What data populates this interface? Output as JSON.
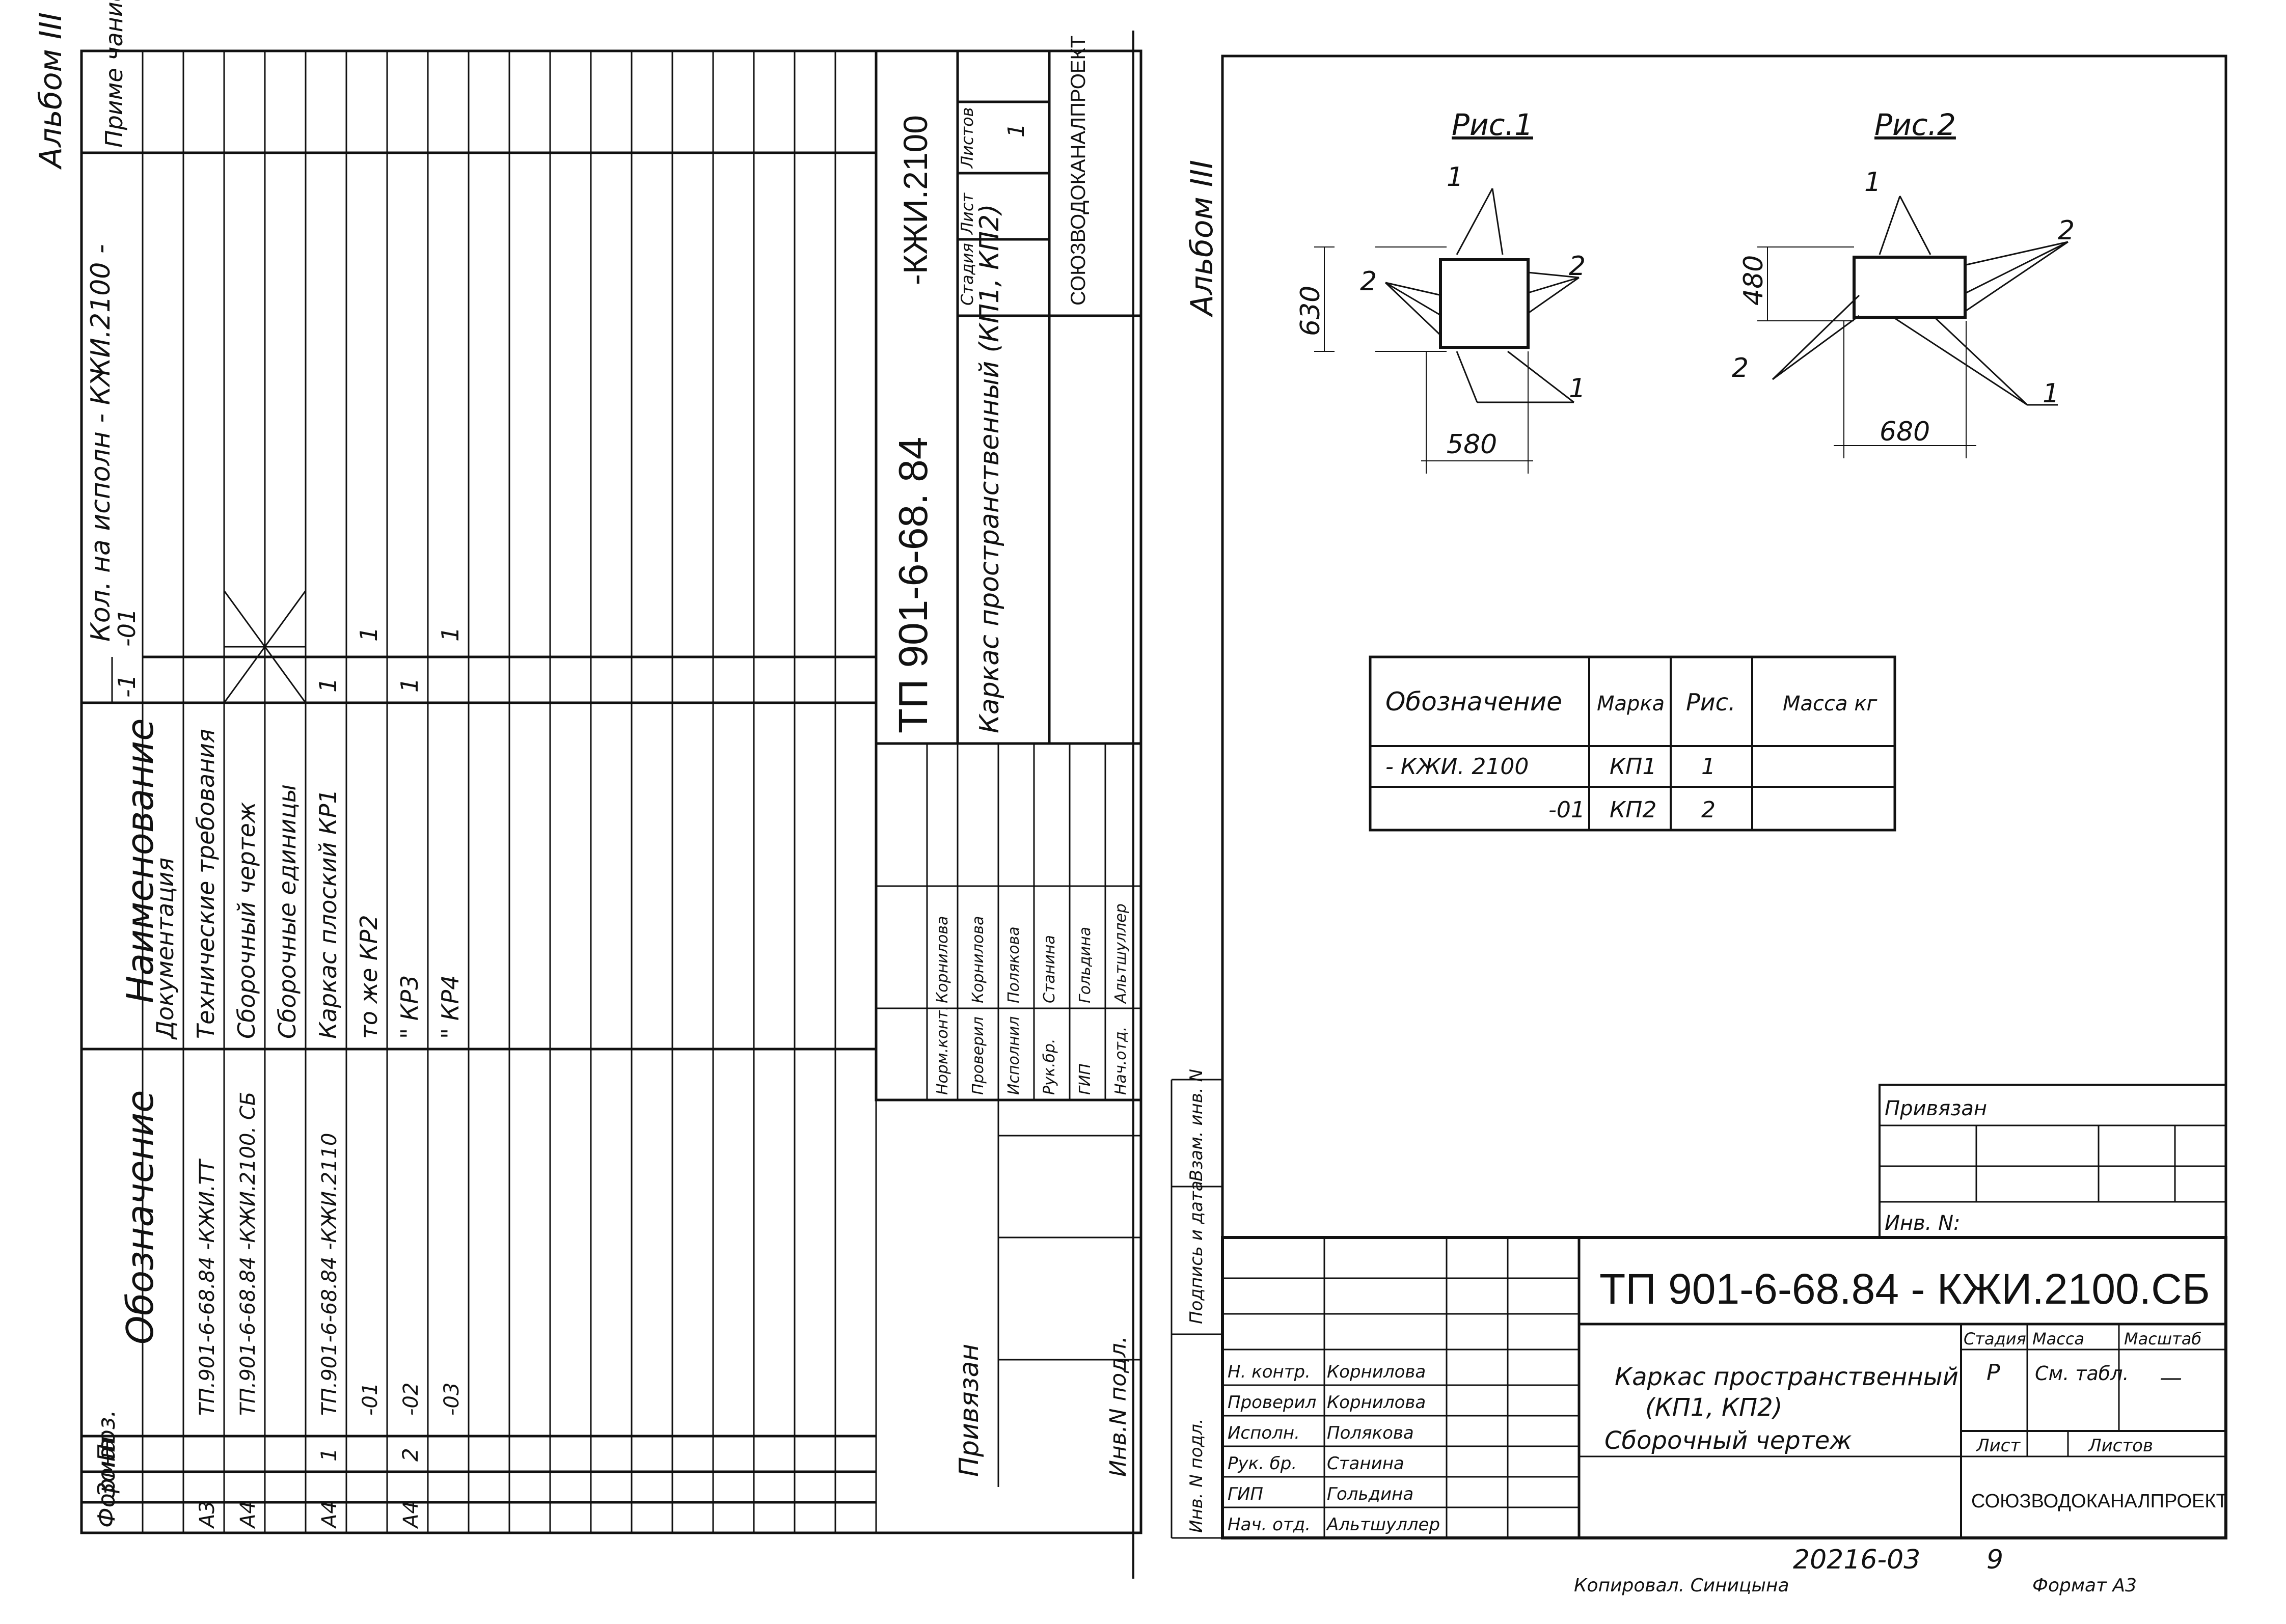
{
  "album": "Альбом III",
  "spec": {
    "col_headers": {
      "format": "Формат",
      "zone": "Зона",
      "pos": "Поз.",
      "designation": "Обозначение",
      "name": "Наименование",
      "qty_prefix": "Кол. на",
      "qty_title": "Кол. на исполн - КЖИ.2100 -",
      "qty_cols": [
        "-1",
        "-01"
      ],
      "note": "Приме чание"
    },
    "rows": [
      {
        "format": "",
        "pos": "",
        "designation": "",
        "name": "Документация",
        "q1": "",
        "q2": ""
      },
      {
        "format": "А3",
        "pos": "",
        "designation": "ТП.901-6-68.84 -КЖИ.ТТ",
        "name": "Технические требования",
        "q1": "",
        "q2": ""
      },
      {
        "format": "А4",
        "pos": "",
        "designation": "ТП.901-6-68.84 -КЖИ.2100. СБ",
        "name": "Сборочный чертеж",
        "q1": "",
        "q2": ""
      },
      {
        "format": "",
        "pos": "",
        "designation": "",
        "name": "Сборочные единицы",
        "q1": "",
        "q2": ""
      },
      {
        "format": "А4",
        "pos": "1",
        "designation": "ТП.901-6-68.84 -КЖИ.2110",
        "name": "Каркас плоский   КР1",
        "q1": "1",
        "q2": ""
      },
      {
        "format": "",
        "pos": "",
        "designation": "-01",
        "name": "то же   КР2",
        "q1": "",
        "q2": "1"
      },
      {
        "format": "А4",
        "pos": "2",
        "designation": "-02",
        "name": "\"   КР3",
        "q1": "1",
        "q2": ""
      },
      {
        "format": "",
        "pos": "",
        "designation": "-03",
        "name": "\"   КР4",
        "q1": "",
        "q2": "1"
      }
    ],
    "stamp": {
      "code": "ТП 901-6-68. 84",
      "code_suffix": "-КЖИ.2100",
      "title": "Каркас пространственный (КП1, КП2)",
      "stage_label": "Стадия",
      "sheet_label": "Лист",
      "sheets_label": "Листов",
      "sheets_value": "1",
      "org": "СОЮЗВОДОКАНАЛПРОЕКТ",
      "people": [
        {
          "role": "Норм.конт.",
          "name": "Корнилова"
        },
        {
          "role": "Проверил",
          "name": "Корнилова"
        },
        {
          "role": "Исполнил",
          "name": "Полякова"
        },
        {
          "role": "Рук.бр.",
          "name": "Станина"
        },
        {
          "role": "ГИП",
          "name": "Гольдина"
        },
        {
          "role": "Нач.отд.",
          "name": "Альтшуллер"
        }
      ],
      "side_labels": [
        "Привязан",
        "Инв.N подл."
      ]
    }
  },
  "drawing": {
    "album": "Альбом III",
    "fig1": {
      "title": "Рис.1",
      "dim_h": "630",
      "dim_w": "580",
      "labels": [
        "1",
        "2",
        "2",
        "1"
      ]
    },
    "fig2": {
      "title": "Рис.2",
      "dim_h": "480",
      "dim_w": "680",
      "labels": [
        "1",
        "2",
        "2",
        "1"
      ]
    },
    "table": {
      "headers": [
        "Обозначение",
        "Марка",
        "Рис.",
        "Масса кг"
      ],
      "rows": [
        [
          "- КЖИ. 2100",
          "КП1",
          "1",
          ""
        ],
        [
          "-01",
          "КП2",
          "2",
          ""
        ]
      ]
    },
    "side_labels": [
      "Инв. N подл.",
      "Подпись и дата",
      "Взам. инв. N"
    ],
    "privyazan": "Привязан",
    "inv_label": "Инв. N:",
    "stamp": {
      "code": "ТП 901-6-68.84 - КЖИ.2100.СБ",
      "title_line1": "Каркас пространственный",
      "title_line2": "(КП1, КП2)",
      "title_line3": "Сборочный чертеж",
      "stage_label": "Стадия",
      "mass_label": "Масса",
      "scale_label": "Масштаб",
      "stage_value": "Р",
      "mass_value": "См. табл.",
      "scale_value": "—",
      "sheet_label": "Лист",
      "sheets_label": "Листов",
      "org": "СОЮЗВОДОКАНАЛПРОЕКТ",
      "people": [
        {
          "role": "Н. контр.",
          "name": "Корнилова"
        },
        {
          "role": "Проверил",
          "name": "Корнилова"
        },
        {
          "role": "Исполн.",
          "name": "Полякова"
        },
        {
          "role": "Рук. бр.",
          "name": "Станина"
        },
        {
          "role": "ГИП",
          "name": "Гольдина"
        },
        {
          "role": "Нач. отд.",
          "name": "Альтшуллер"
        }
      ]
    },
    "footer": {
      "number": "20216-03",
      "page": "9",
      "copied": "Копировал. Синицына",
      "format": "Формат А3"
    }
  }
}
